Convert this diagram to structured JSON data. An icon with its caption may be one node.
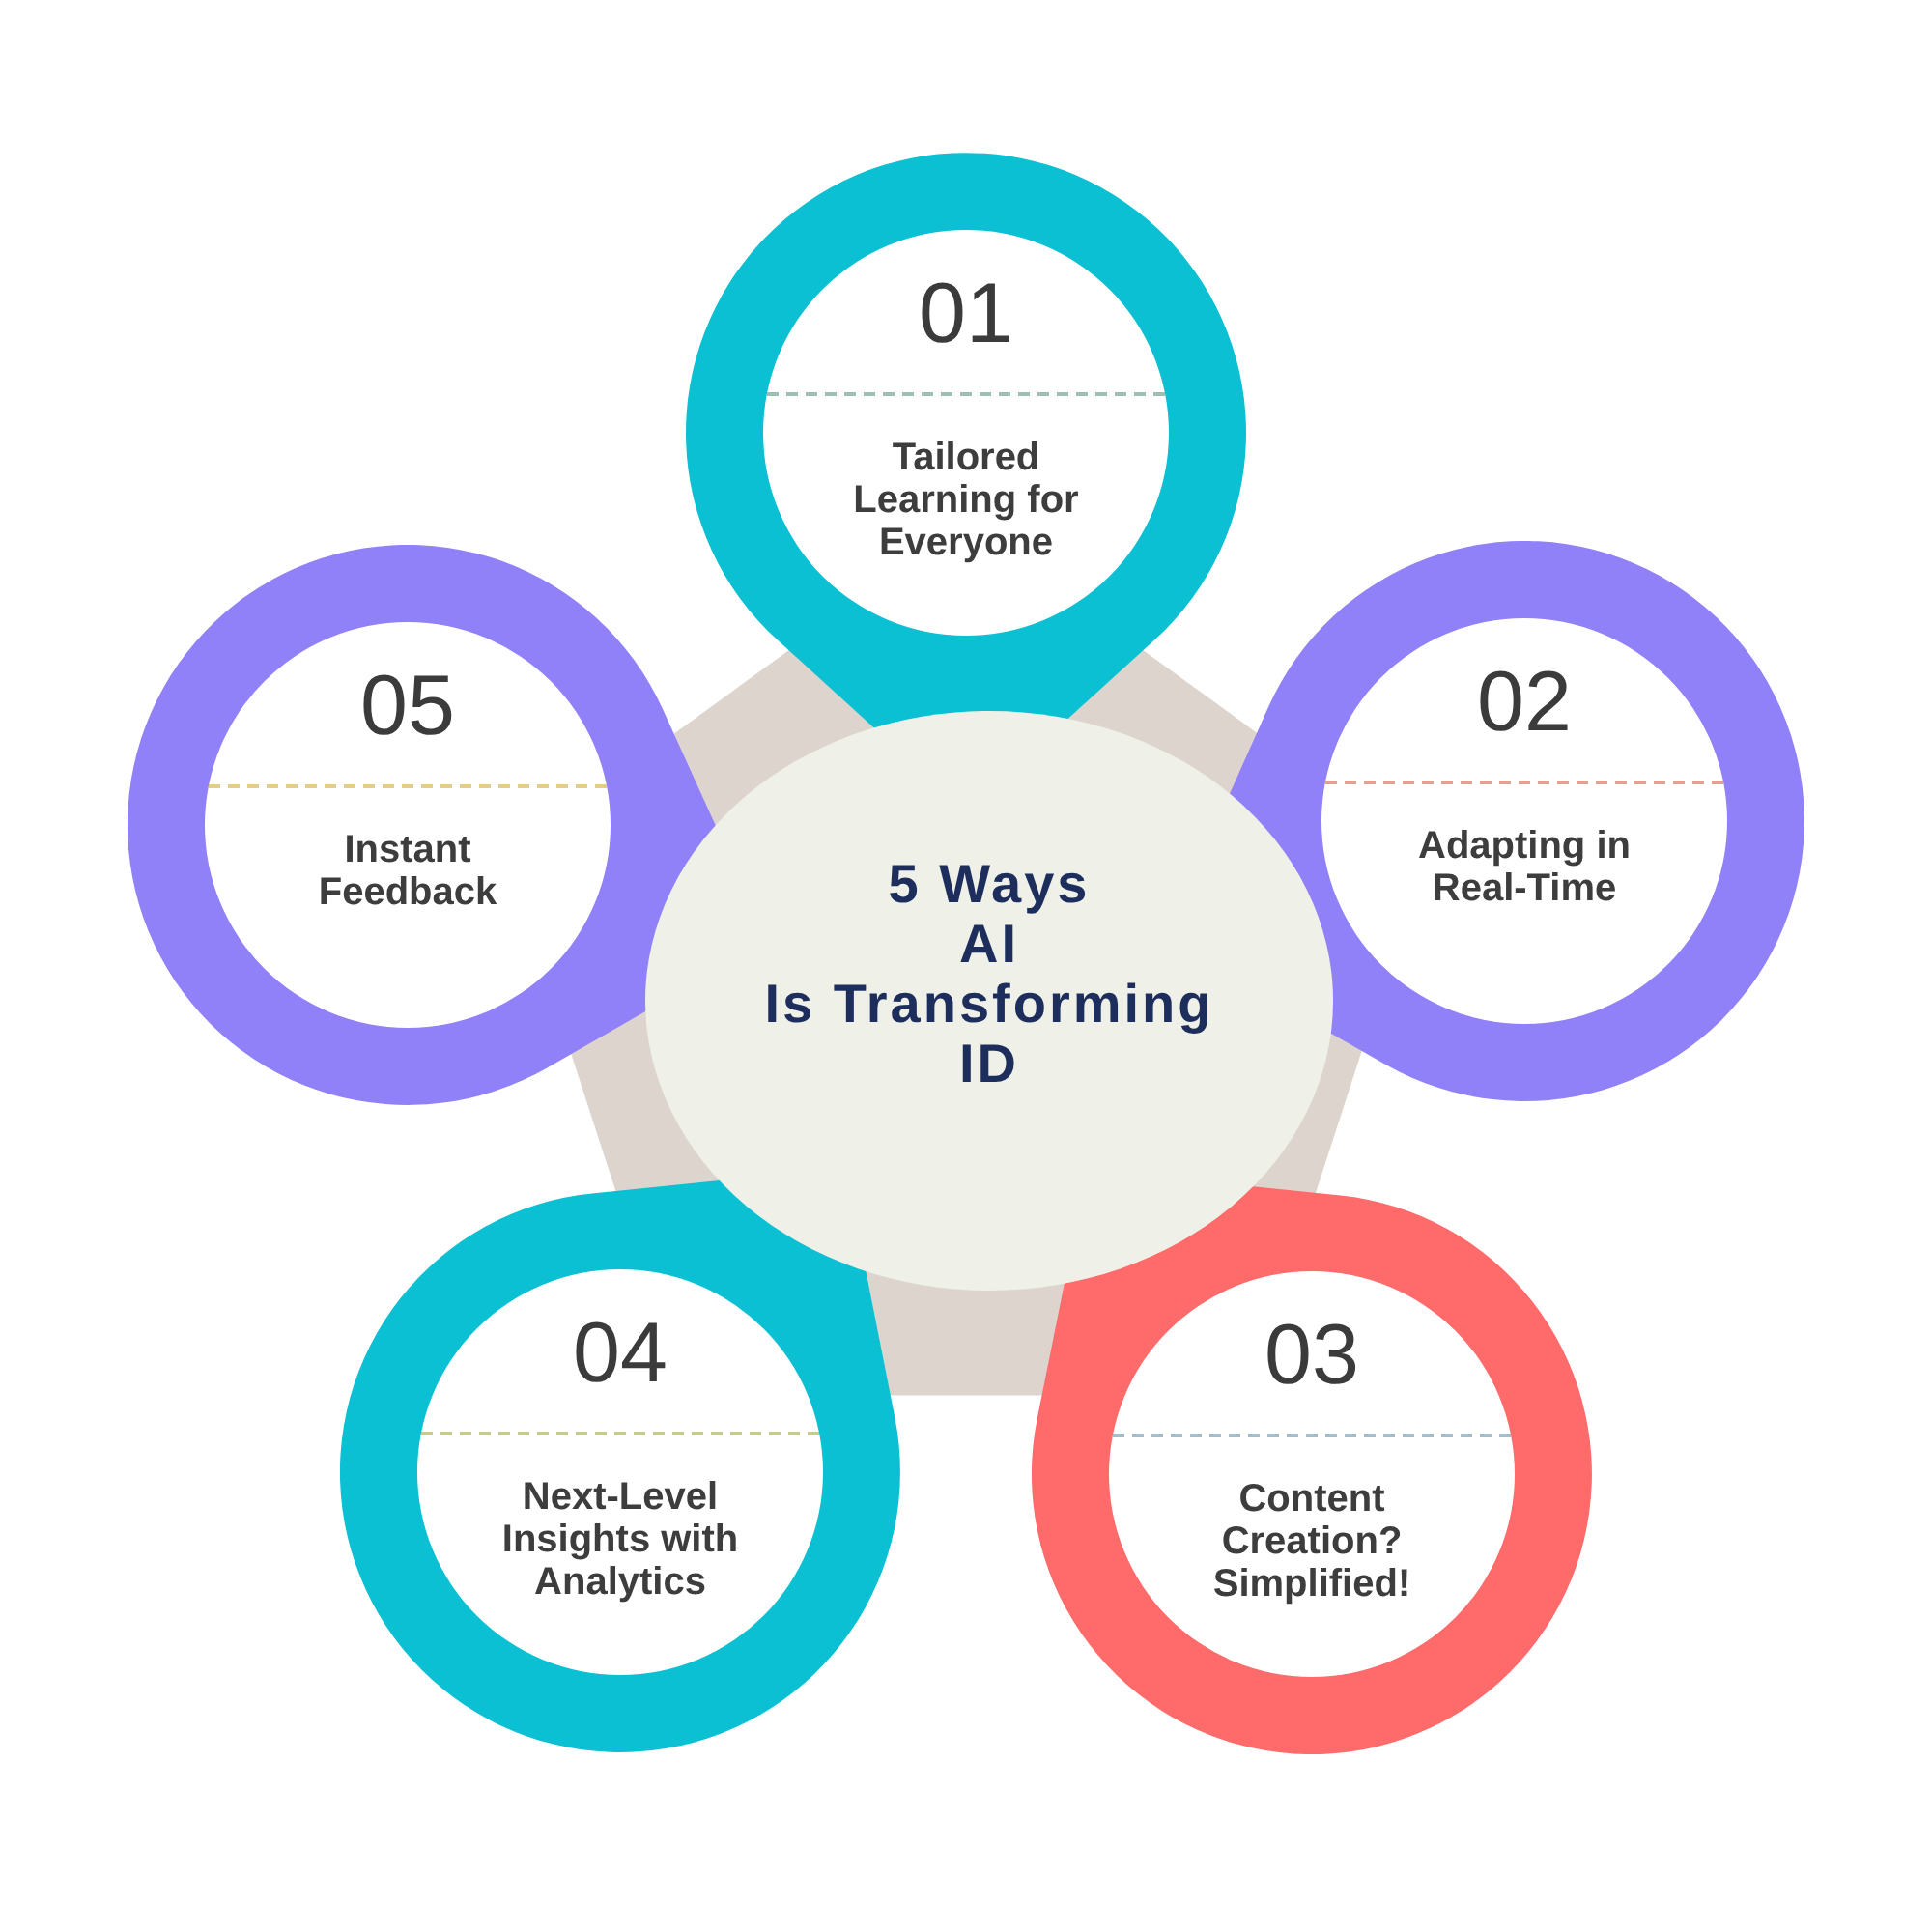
{
  "diagram": {
    "nodes": [
      {
        "text": [
          "5 Ways AI Is Transforming ID"
        ]
      },
      {
        "text": [
          "01",
          "Tailored Learning for Everyone"
        ]
      },
      {
        "text": [
          "02",
          "Adapting in Real-Time"
        ]
      },
      {
        "text": [
          "03",
          "Content Creation? Simplified!"
        ]
      },
      {
        "text": [
          "04",
          "Next-Level Insights with Analytics"
        ]
      },
      {
        "text": [
          "05",
          "Instant Feedback"
        ]
      }
    ]
  }
}
